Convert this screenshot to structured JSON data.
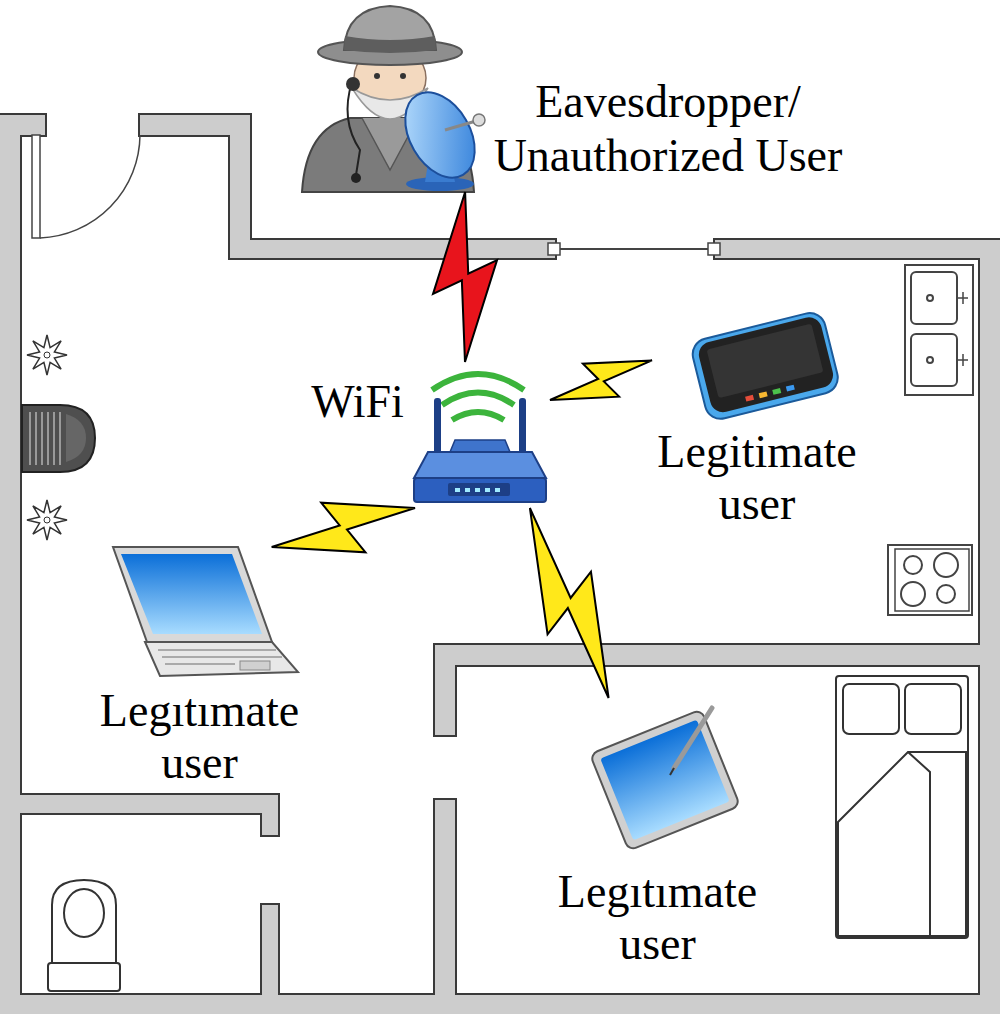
{
  "diagram": {
    "nodes": [
      {
        "text": [
          "Eavesdropper/ Unauthorized User"
        ]
      },
      {
        "text": [
          "WiFi"
        ]
      },
      {
        "text": [
          "Legitimate user"
        ]
      },
      {
        "text": [
          "Legıtımate user"
        ]
      },
      {
        "text": [
          "Legıtımate user"
        ]
      }
    ],
    "edges": [
      {
        "from": 0,
        "to": 1,
        "arrow": "none"
      },
      {
        "from": 1,
        "to": 2,
        "arrow": "none"
      },
      {
        "from": 1,
        "to": 3,
        "arrow": "none"
      },
      {
        "from": 1,
        "to": 4,
        "arrow": "none"
      }
    ]
  }
}
